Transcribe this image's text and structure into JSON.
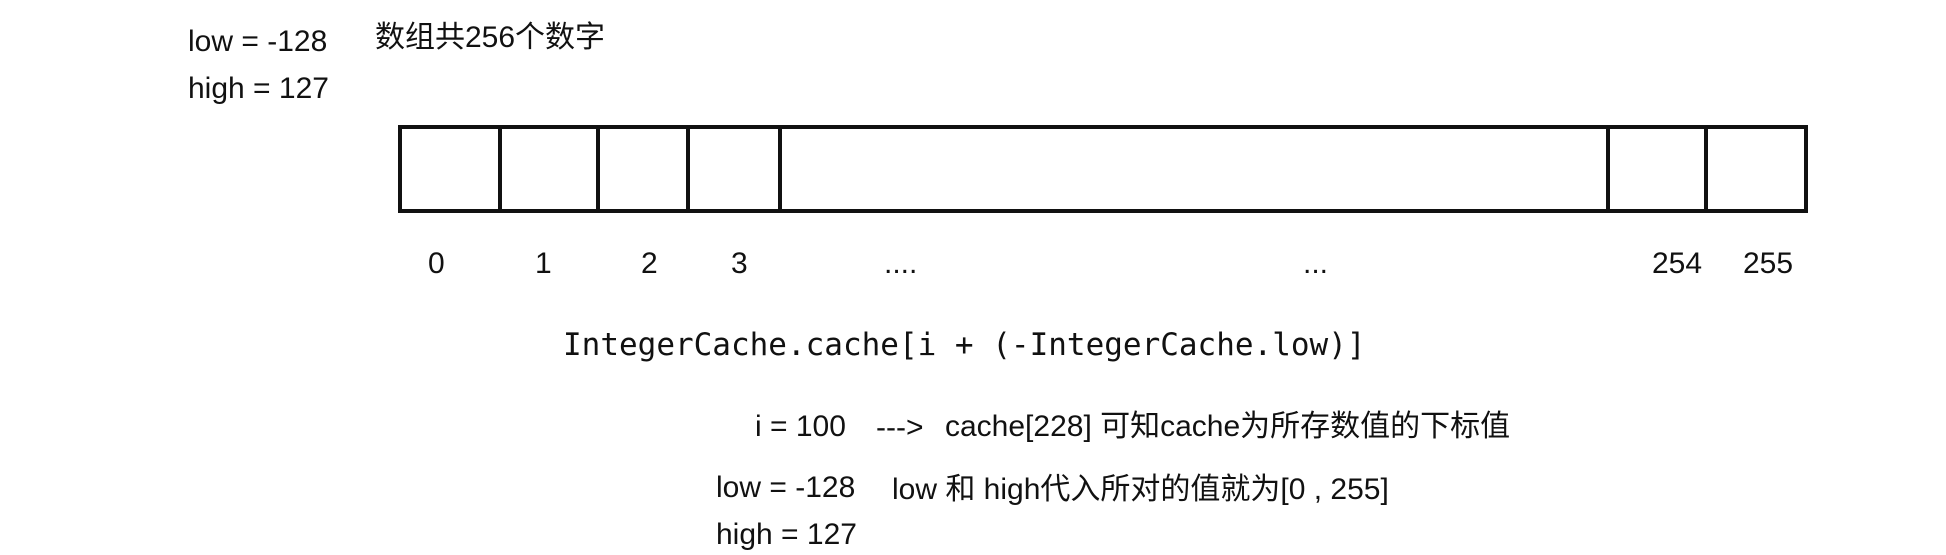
{
  "top_left": {
    "low_label": "low = -128",
    "high_label": "high = 127",
    "array_note": "数组共256个数字"
  },
  "array": {
    "indices": [
      "0",
      "1",
      "2",
      "3",
      "....",
      "...",
      "254",
      "255"
    ]
  },
  "formula": "IntegerCache.cache[i + (-IntegerCache.low)]",
  "example": {
    "i_label": "i = 100",
    "arrow": "--->",
    "result": "cache[228] 可知cache为所存数值的下标值"
  },
  "bottom": {
    "low_label": "low = -128",
    "high_label": "high = 127",
    "note": "low 和 high代入所对的值就为[0 , 255]"
  }
}
